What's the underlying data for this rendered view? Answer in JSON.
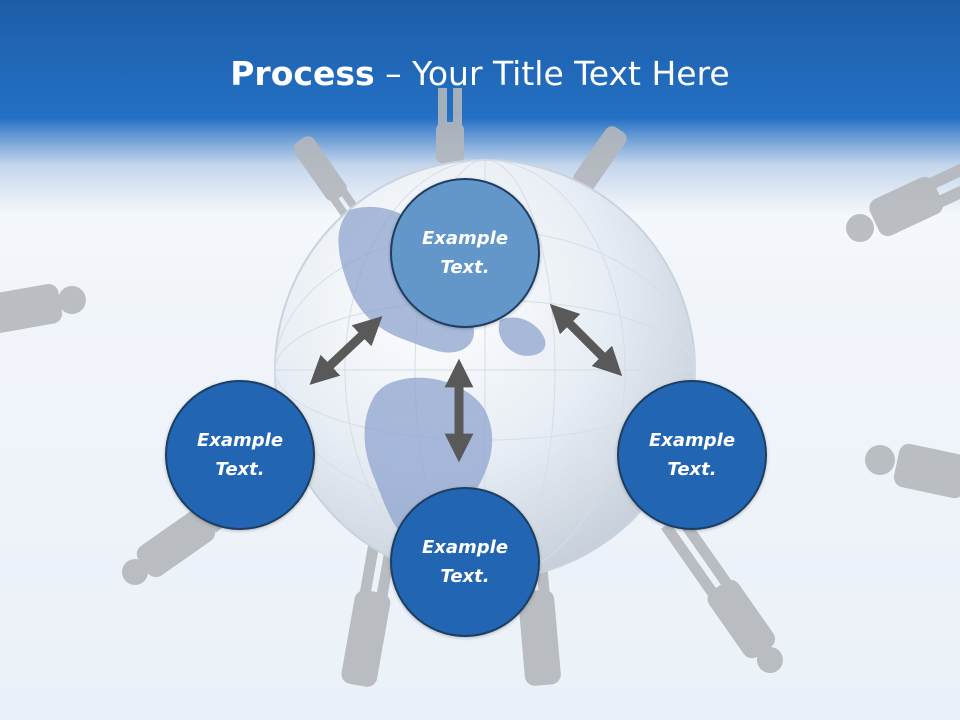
{
  "slide": {
    "title_bold": "Process",
    "title_rest": " – Your Title Text Here"
  },
  "nodes": {
    "top": "Example Text.",
    "left": "Example Text.",
    "right": "Example Text.",
    "bottom": "Example Text."
  },
  "colors": {
    "header": "#2470c4",
    "node_top": "#6396c9",
    "node": "#2265b3",
    "arrow": "#595959",
    "silhouette": "#b4b7bc"
  }
}
